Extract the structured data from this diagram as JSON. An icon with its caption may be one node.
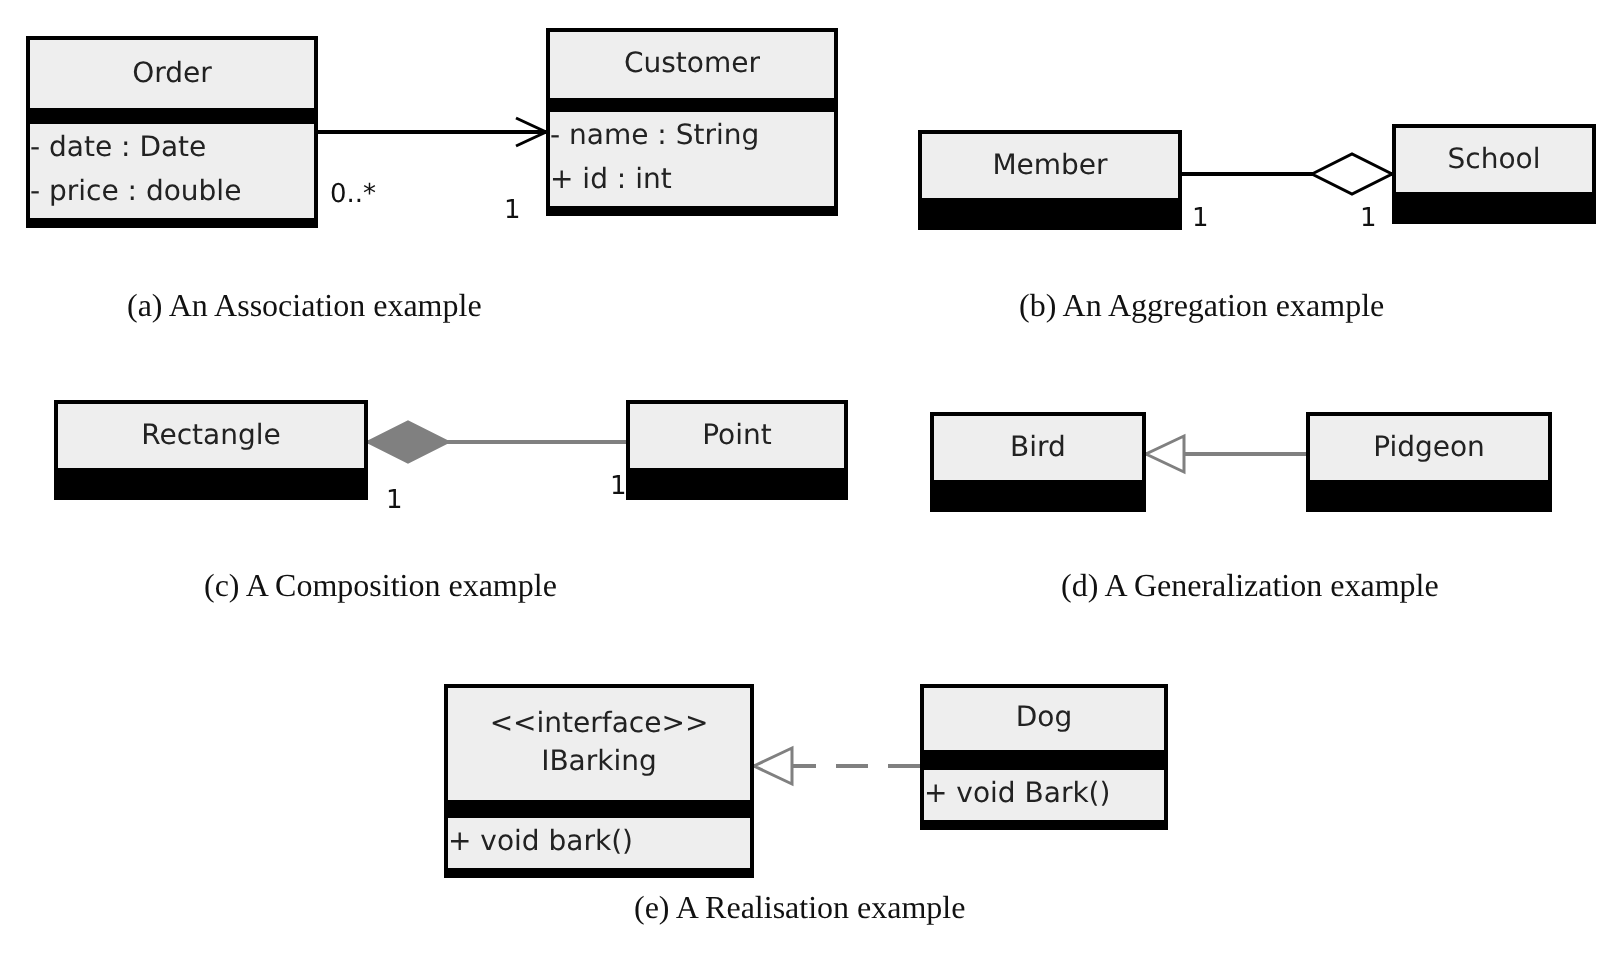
{
  "diagram": {
    "nodes": [
      {
        "text": [
          "Order",
          "- date : Date",
          "- price : double"
        ]
      },
      {
        "text": [
          "Customer",
          "- name : String",
          "+ id : int"
        ]
      },
      {
        "text": [
          "Member"
        ]
      },
      {
        "text": [
          "School"
        ]
      },
      {
        "text": [
          "Rectangle"
        ]
      },
      {
        "text": [
          "Point"
        ]
      },
      {
        "text": [
          "Bird"
        ]
      },
      {
        "text": [
          "Pidgeon"
        ]
      },
      {
        "text": [
          "<<interface>>",
          "IBarking",
          "+ void bark()"
        ]
      },
      {
        "text": [
          "Dog",
          "+ void Bark()"
        ]
      }
    ],
    "edges": [
      {
        "from": 0,
        "to": 1,
        "arrow": "to",
        "color": "#000000"
      },
      {
        "from": 2,
        "to": 3,
        "arrow": "other",
        "color": "#000000"
      },
      {
        "from": 5,
        "to": 4,
        "arrow": "other"
      },
      {
        "from": 7,
        "to": 6,
        "arrow": "to"
      },
      {
        "from": 9,
        "to": 8,
        "arrow": "to",
        "style": "dashed"
      }
    ],
    "labels": [
      "0..*",
      "1",
      "1",
      "1",
      "(a) An Association example",
      "(b) An Aggregation example",
      "1",
      "1",
      "(c) A Composition example",
      "(d) A Generalization example",
      "(e) A Realisation example"
    ]
  }
}
